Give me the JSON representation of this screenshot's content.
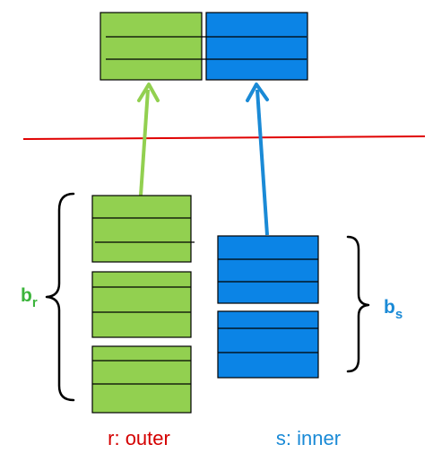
{
  "colors": {
    "green_fill": "#92d050",
    "blue_fill": "#0b84e6",
    "green_arrow": "#92d050",
    "blue_arrow": "#1a8ad6",
    "divider": "#e00000",
    "outline": "#000000",
    "outer_label": "#d40000",
    "inner_label": "#1a8ad6",
    "br_label": "#3bb43b",
    "bs_label": "#1a8ad6"
  },
  "labels": {
    "outer": "r: outer",
    "inner": "s: inner",
    "br_main": "b",
    "br_sub": "r",
    "bs_main": "b",
    "bs_sub": "s"
  },
  "icons": {
    "left_brace": "left-curly-brace",
    "right_brace": "right-curly-brace",
    "green_arrow": "arrow-up",
    "blue_arrow": "arrow-up"
  }
}
